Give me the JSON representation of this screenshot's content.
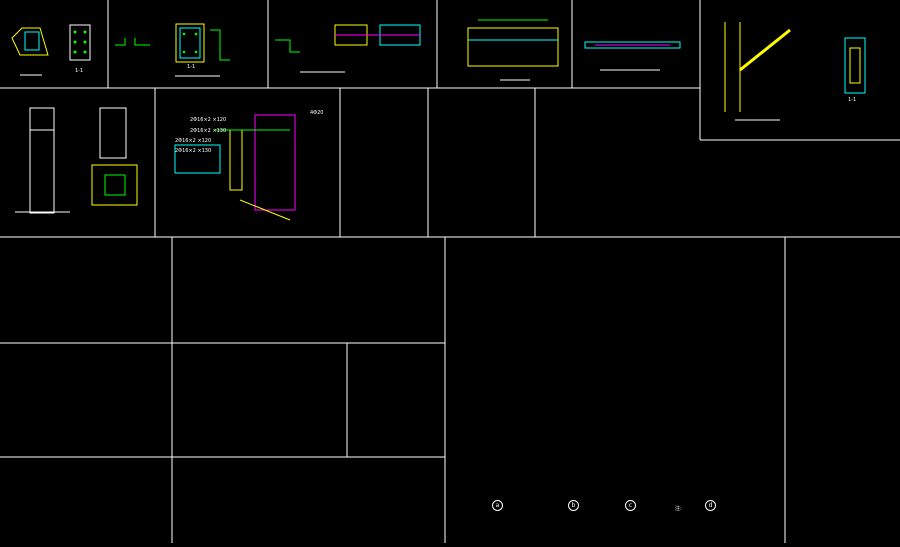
{
  "title": "",
  "dimension_labels": {
    "d1": "2Φ16×2 ×120",
    "d2": "2Φ16×2 ×130",
    "d3": "2Φ16×2 ×120",
    "d4": "2Φ16×2 ×130",
    "d5": "4Φ20"
  },
  "detail_bubbles": [
    "a",
    "b",
    "c",
    "d"
  ],
  "section_marks": [
    "1-1",
    "1-1",
    "1-1"
  ],
  "notes_header": "注:",
  "colors": {
    "background": "#000000",
    "frame": "#ffffff",
    "steel": "#00ffff",
    "plate": "#ffff00",
    "bolt": "#00ff00",
    "weld": "#ff0000",
    "bracing": "#ff00ff"
  },
  "icon_names": [
    "detail-bubble-icon",
    "section-mark-icon",
    "weld-symbol-icon"
  ]
}
